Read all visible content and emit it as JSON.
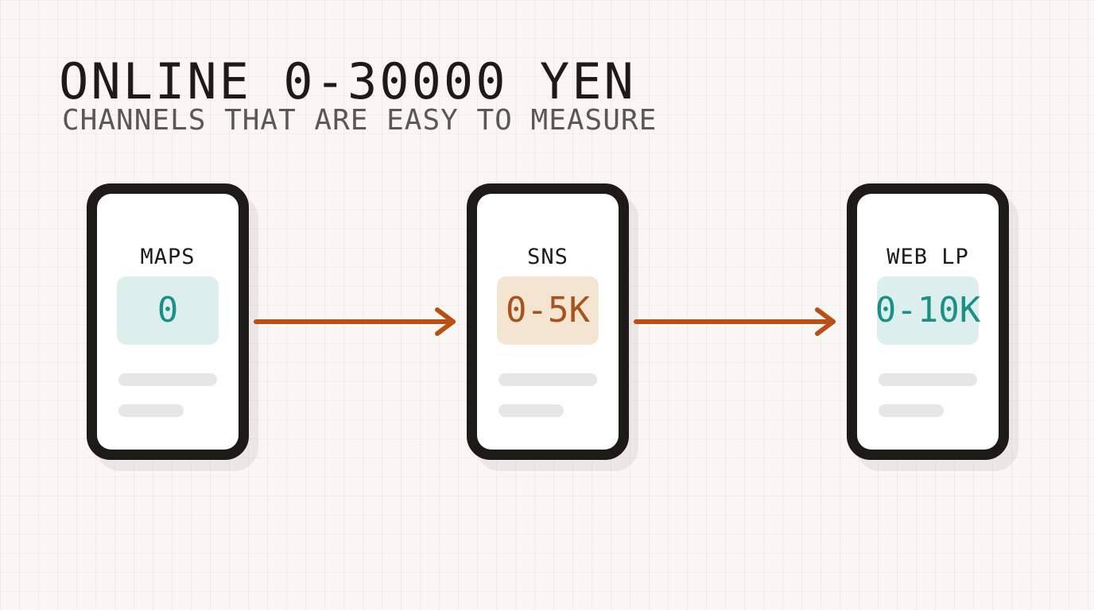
{
  "header": {
    "title": "ONLINE 0-30000 YEN",
    "subtitle": "CHANNELS THAT ARE EASY TO MEASURE"
  },
  "colors": {
    "ink": "#1d1b18",
    "teal": "#1a9089",
    "teal_bg": "#dcefec",
    "rust": "#b85016",
    "rust_text": "#a8531a",
    "peach_bg": "#f4e4d2",
    "arrow": "#b85016"
  },
  "channels": [
    {
      "label": "MAPS",
      "value": "0",
      "accent": "teal"
    },
    {
      "label": "SNS",
      "value": "0-5K",
      "accent": "rust"
    },
    {
      "label": "WEB LP",
      "value": "0-10K",
      "accent": "teal"
    }
  ]
}
